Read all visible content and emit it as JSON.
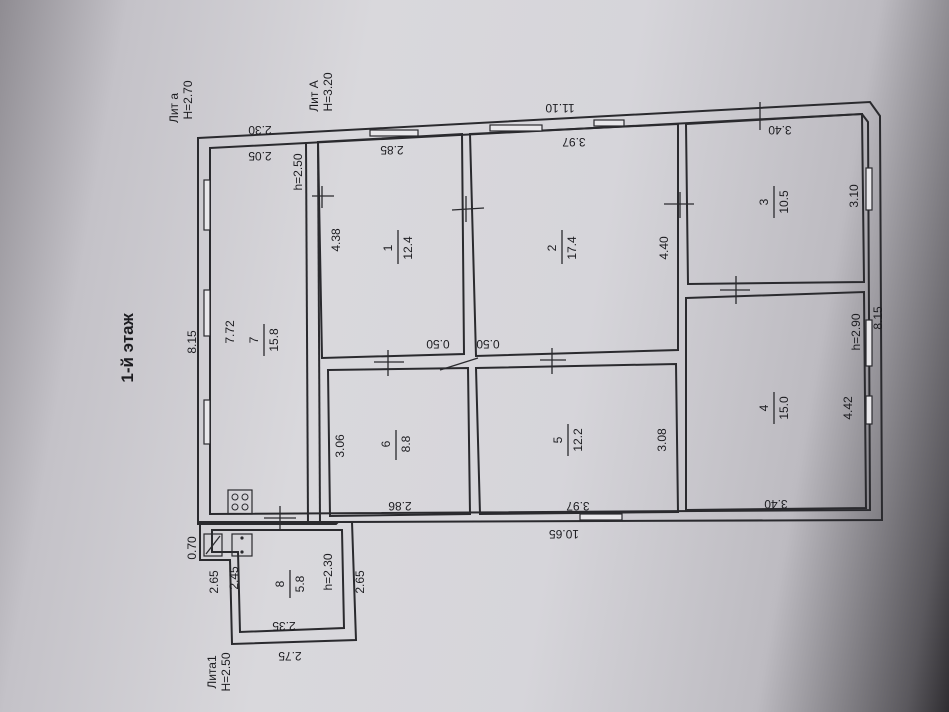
{
  "floor_title": "1-й этаж",
  "labels": {
    "lit_a": "Лит а",
    "lit_a_h": "Н=2.70",
    "lit_A": "Лит А",
    "lit_A_h": "Н=3.20",
    "lit_1": "Лита1",
    "lit_1_h": "Н=2.50",
    "h_250": "h=2.50",
    "h_230": "h=2.30",
    "h_290": "h=2.90"
  },
  "rooms": [
    {
      "num": "1",
      "area": "12.4",
      "w": "2.85",
      "l": "4.38"
    },
    {
      "num": "2",
      "area": "17.4",
      "w": "3.97",
      "l": "4.40"
    },
    {
      "num": "3",
      "area": "10.5",
      "w": "3.40",
      "l": "3.10"
    },
    {
      "num": "4",
      "area": "15.0",
      "w": "3.40",
      "l": "4.42"
    },
    {
      "num": "5",
      "area": "12.2",
      "w": "3.97",
      "l": "3.08"
    },
    {
      "num": "6",
      "area": "8.8",
      "w": "2.86",
      "l": "3.06"
    },
    {
      "num": "7",
      "area": "15.8",
      "w": "2.05",
      "l": "7.72"
    },
    {
      "num": "8",
      "area": "5.8",
      "w": "2.35",
      "l": "2.45"
    }
  ],
  "dims": {
    "top_overall": "11.10",
    "bottom_overall": "10.65",
    "left_overall": "8.15",
    "right_overall": "8.15",
    "veranda_top": "2.30",
    "porch_left": "2.65",
    "porch_right": "2.65",
    "porch_bottom": "2.75",
    "porch_small": "0.70",
    "door_a": "0.50",
    "door_b": "0.50"
  }
}
